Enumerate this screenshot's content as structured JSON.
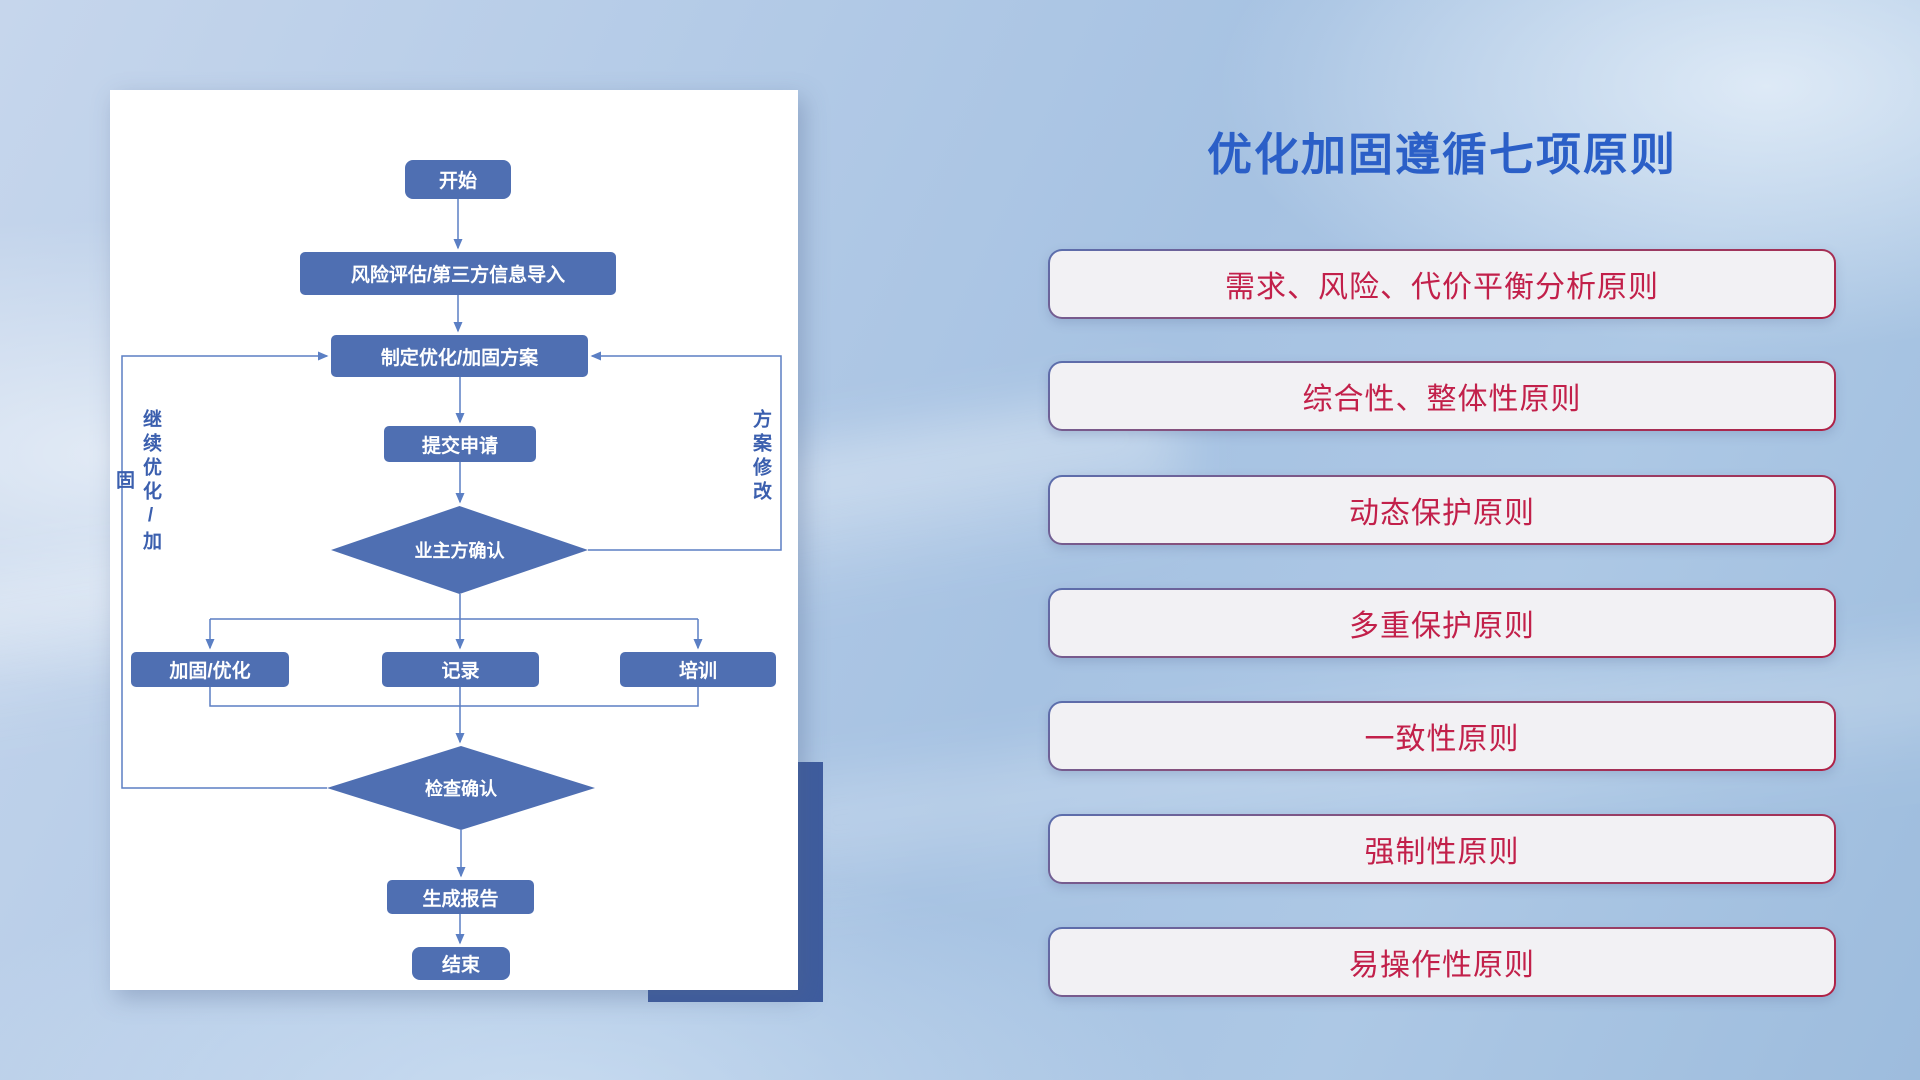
{
  "background": {
    "base_color": "#aec7e5"
  },
  "flowchart": {
    "panel_color": "#ffffff",
    "accent_color": "#3e5c9e",
    "node_color": "#4f6fb2",
    "line_color": "#5b7fc4",
    "nodes": {
      "start": "开始",
      "risk_import": "风险评估/第三方信息导入",
      "make_plan": "制定优化/加固方案",
      "submit": "提交申请",
      "owner_confirm": "业主方确认",
      "reinforce": "加固/优化",
      "record": "记录",
      "training": "培训",
      "check_confirm": "检查确认",
      "report": "生成报告",
      "end": "结束"
    },
    "labels": {
      "continue_loop": "继续优化/加固",
      "modify_plan": "方案修改"
    }
  },
  "principles": {
    "title": "优化加固遵循七项原则",
    "title_color": "#2b5fc7",
    "text_color": "#c2204a",
    "border_gradient": [
      "#5a6fae",
      "#b02045"
    ],
    "items": [
      {
        "label": "需求、风险、代价平衡分析原则"
      },
      {
        "label": "综合性、整体性原则"
      },
      {
        "label": "动态保护原则"
      },
      {
        "label": "多重保护原则"
      },
      {
        "label": "一致性原则"
      },
      {
        "label": "强制性原则"
      },
      {
        "label": "易操作性原则"
      }
    ]
  }
}
